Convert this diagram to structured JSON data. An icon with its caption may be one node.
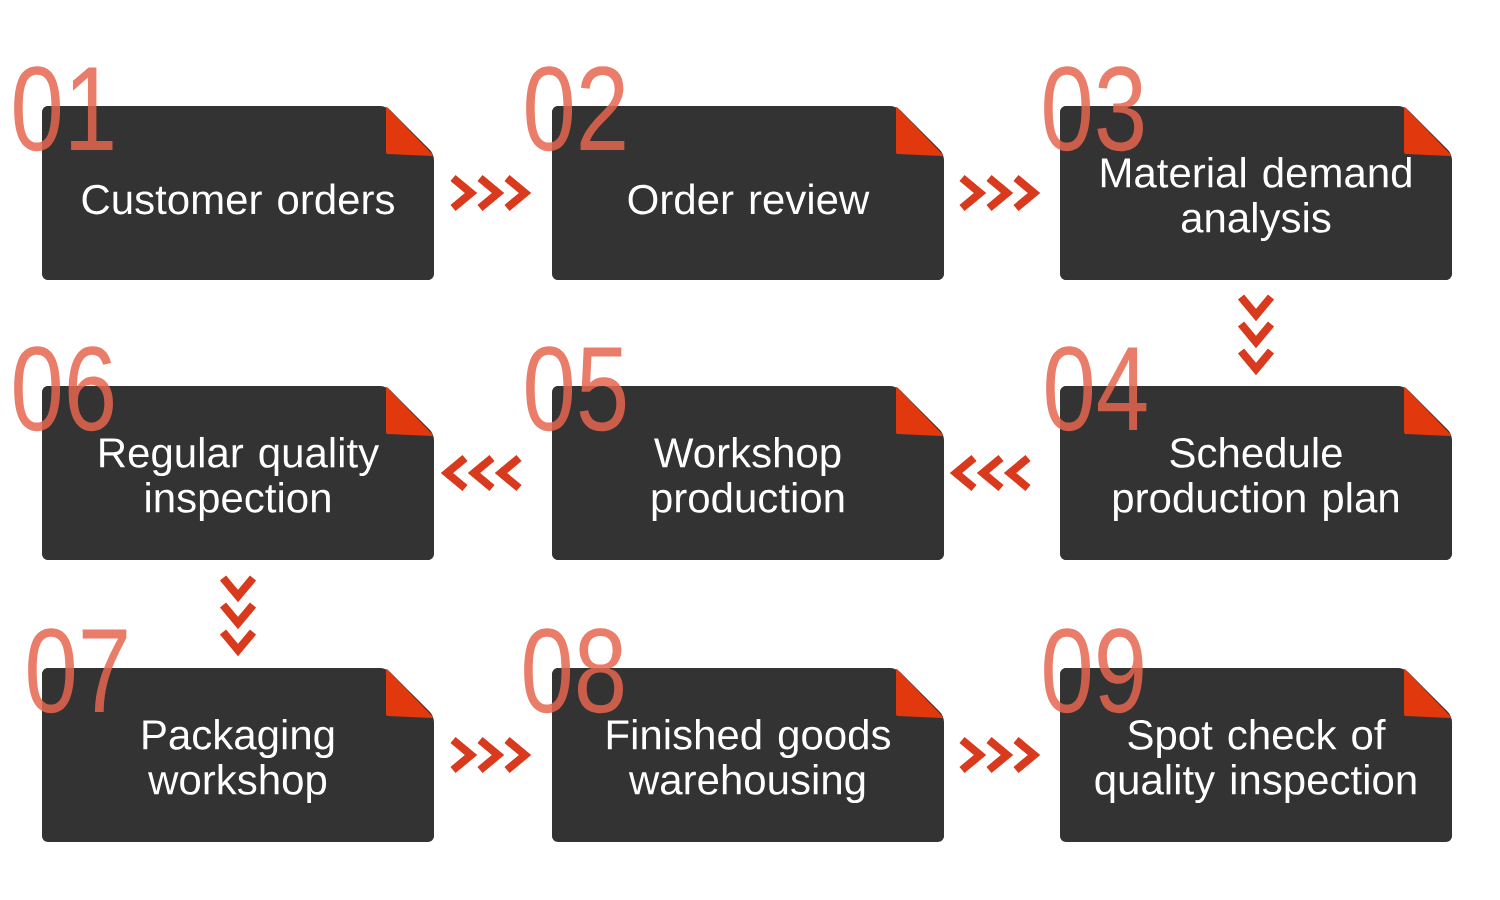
{
  "diagram": {
    "nodes": [
      {
        "text": [
          "01",
          "Customer orders"
        ]
      },
      {
        "text": [
          "02",
          "Order review"
        ]
      },
      {
        "text": [
          "03",
          "Material demand analysis"
        ]
      },
      {
        "text": [
          "04",
          "Schedule production plan"
        ]
      },
      {
        "text": [
          "05",
          "Workshop production"
        ]
      },
      {
        "text": [
          "06",
          "Regular quality inspection"
        ]
      },
      {
        "text": [
          "07",
          "Packaging workshop"
        ]
      },
      {
        "text": [
          "08",
          "Finished goods warehousing"
        ]
      },
      {
        "text": [
          "09",
          "Spot check of quality inspection"
        ]
      }
    ],
    "edges": [
      {
        "from": 0,
        "to": 1,
        "arrow": "to"
      },
      {
        "from": 1,
        "to": 2,
        "arrow": "to"
      },
      {
        "from": 2,
        "to": 3,
        "arrow": "to"
      },
      {
        "from": 3,
        "to": 4,
        "arrow": "to"
      },
      {
        "from": 4,
        "to": 5,
        "arrow": "to"
      },
      {
        "from": 5,
        "to": 6,
        "arrow": "to"
      },
      {
        "from": 6,
        "to": 7,
        "arrow": "to"
      },
      {
        "from": 7,
        "to": 8,
        "arrow": "to"
      }
    ]
  }
}
